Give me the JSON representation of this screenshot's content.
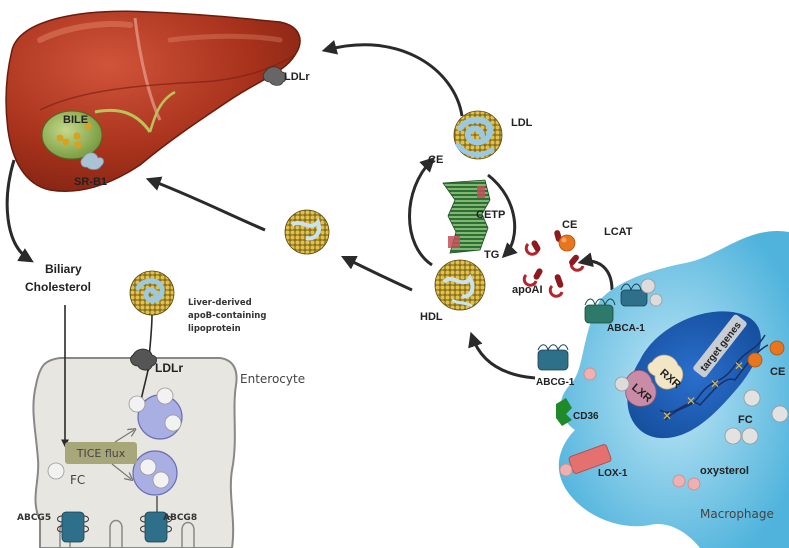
{
  "title": "Reverse cholesterol transport and TICE pathway",
  "colors": {
    "liver": "#a8321c",
    "liver_light": "#c8452a",
    "bile": "#8aa84a",
    "ldl_shell": "#d9b23a",
    "ldl_core": "#9cc9e0",
    "macrophage": "#7cc6e6",
    "nucleus": "#1f5fb8",
    "enterocyte": "#e8e6e0",
    "tice_box": "#a7a77a",
    "vesicle": "#a9aee3",
    "cetp_green": "#3f8a4a",
    "apoai": "#b3262a",
    "ce_orange": "#e8761e",
    "cd36": "#1f8a2a",
    "lox1": "#e47070",
    "oxysterol": "#eeb0b0",
    "transporter": "#2e6f8a"
  },
  "labels": {
    "liver": {
      "bile": "BILE",
      "sr_b1": "SR-B1",
      "ldlr": "LDLr"
    },
    "plasma": {
      "ldl": "LDL",
      "ce_left": "CE",
      "cetp": "CETP",
      "tg": "TG",
      "hdl": "HDL",
      "ce_lcat": "CE",
      "lcat": "LCAT",
      "apoai": "apoAI"
    },
    "biliary": {
      "line1": "Biliary",
      "line2": "Cholesterol"
    },
    "lipoprotein": {
      "line1": "Liver-derived",
      "line2": "apoB-containing",
      "line3": "lipoprotein"
    },
    "enterocyte": {
      "name": "Enterocyte",
      "ldlr": "LDLr",
      "tice": "TICE flux",
      "fc": "FC",
      "abcg5": "ABCG5",
      "abcg8": "ABCG8"
    },
    "macrophage": {
      "name": "Macrophage",
      "abca1": "ABCA-1",
      "abcg1": "ABCG-1",
      "cd36": "CD36",
      "lox1": "LOX-1",
      "oxysterol": "oxysterol",
      "fc": "FC",
      "ce": "CE",
      "rxr": "RXR",
      "lxr": "LXR",
      "target_genes": "target genes"
    }
  }
}
